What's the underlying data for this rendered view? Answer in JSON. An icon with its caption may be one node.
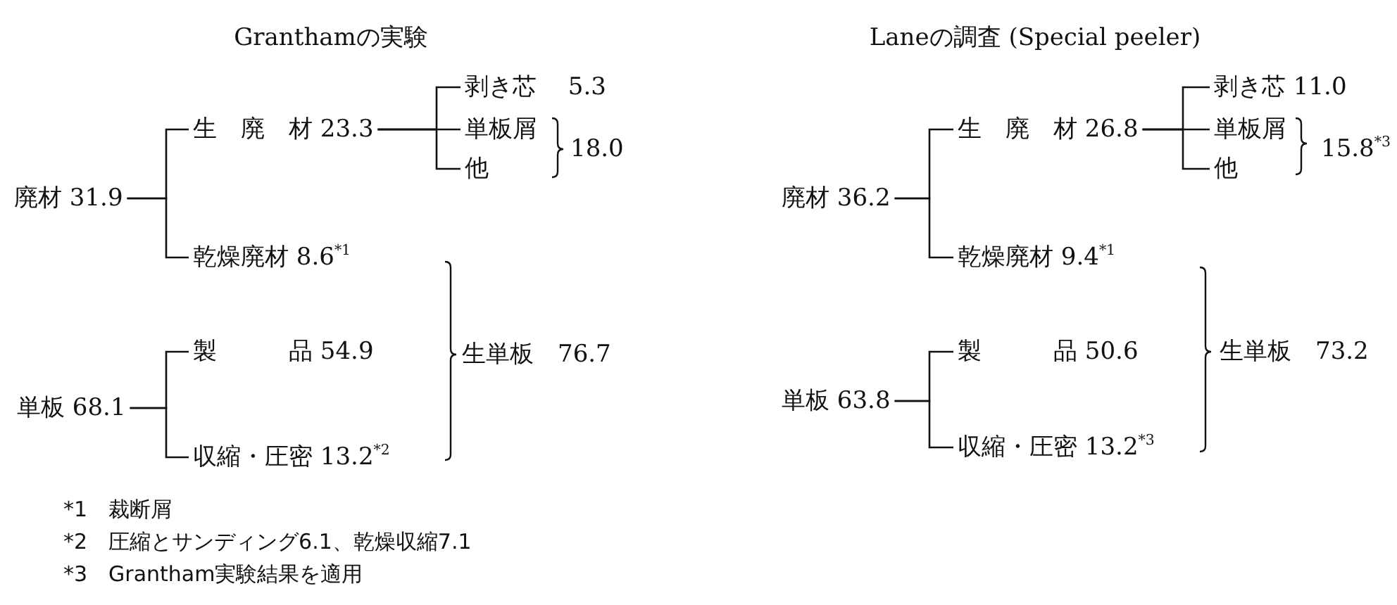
{
  "diagram": {
    "nodes": [
      {
        "text": [
          "廃材 31.9"
        ]
      },
      {
        "text": [
          "生　廃　材 23.3"
        ]
      },
      {
        "text": [
          "剥き芯　 5.3"
        ]
      },
      {
        "text": [
          "単板屑"
        ]
      },
      {
        "text": [
          "他"
        ]
      },
      {
        "text": [
          "乾燥廃材 8.6$^{*1}$"
        ]
      },
      {
        "text": [
          "単板 68.1"
        ]
      },
      {
        "text": [
          "製　　　品 54.9"
        ]
      },
      {
        "text": [
          "収縮・圧密 13.2$^{*2}$"
        ]
      },
      {
        "text": [
          "廃材 36.2"
        ]
      },
      {
        "text": [
          "生　廃　材 26.8"
        ]
      },
      {
        "text": [
          "剥き芯 11.0"
        ]
      },
      {
        "text": [
          "単板屑"
        ]
      },
      {
        "text": [
          "他"
        ]
      },
      {
        "text": [
          "乾燥廃材 9.4$^{*1}$"
        ]
      },
      {
        "text": [
          "単板 63.8"
        ]
      },
      {
        "text": [
          "製　　　品 50.6"
        ]
      },
      {
        "text": [
          "収縮・圧密 13.2$^{*3}$"
        ]
      }
    ],
    "edges": [
      {
        "from": 0,
        "to": 1,
        "arrow": "none"
      },
      {
        "from": 0,
        "to": 5,
        "arrow": "none"
      },
      {
        "from": 1,
        "to": 2,
        "arrow": "none"
      },
      {
        "from": 1,
        "to": 3,
        "arrow": "none"
      },
      {
        "from": 1,
        "to": 4,
        "arrow": "none"
      },
      {
        "from": 6,
        "to": 7,
        "arrow": "none"
      },
      {
        "from": 6,
        "to": 8,
        "arrow": "none"
      },
      {
        "from": 9,
        "to": 10,
        "arrow": "none"
      },
      {
        "from": 9,
        "to": 14,
        "arrow": "none"
      },
      {
        "from": 10,
        "to": 11,
        "arrow": "none"
      },
      {
        "from": 10,
        "to": 12,
        "arrow": "none"
      },
      {
        "from": 10,
        "to": 13,
        "arrow": "none"
      },
      {
        "from": 15,
        "to": 16,
        "arrow": "none"
      },
      {
        "from": 15,
        "to": 17,
        "arrow": "none"
      }
    ],
    "labels": [
      "Granthamの実験",
      "Laneの調査 (Special peeler)",
      "18.0",
      "生単板　76.7",
      "15.8$^{*3}$",
      "生単板　73.2",
      "*1　裁断屑",
      "*2　圧縮とサンディング6.1、乾燥収縮7.1",
      "*3　Grantham実験結果を適用"
    ]
  }
}
